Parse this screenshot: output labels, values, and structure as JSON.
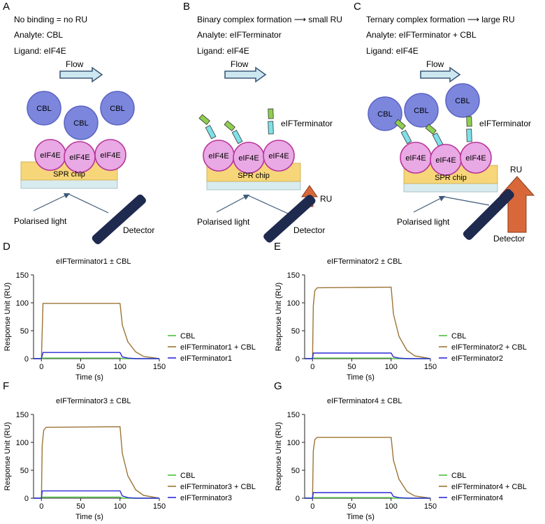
{
  "panels": [
    {
      "letter": "A",
      "heading": "No binding = no RU",
      "analyte": "Analyte: CBL",
      "ligand": "Ligand: eIF4E",
      "flow": "Flow",
      "cbl": "CBL",
      "eif4e": "eIF4E",
      "chip": "SPR chip",
      "light": "Polarised light",
      "detector": "Detector"
    },
    {
      "letter": "B",
      "heading": "Binary complex formation ⟶ small RU",
      "analyte": "Analyte: eIFTerminator",
      "ligand": "Ligand: eIF4E",
      "flow": "Flow",
      "eif4e": "eIF4E",
      "peptide": "eIFTerminator",
      "chip": "SPR chip",
      "light": "Polarised light",
      "detector": "Detector",
      "ru": "RU"
    },
    {
      "letter": "C",
      "heading": "Ternary complex formation ⟶ large RU",
      "analyte": "Analyte: eIFTerminator + CBL",
      "ligand": "Ligand: eIF4E",
      "flow": "Flow",
      "cbl": "CBL",
      "eif4e": "eIF4E",
      "peptide": "eIFTerminator",
      "chip": "SPR chip",
      "light": "Polarised light",
      "detector": "Detector",
      "ru": "RU"
    }
  ],
  "colors": {
    "cbl_fill": "#7b86dc",
    "cbl_stroke": "#5b63c2",
    "eif4e_fill": "#e9a9e4",
    "eif4e_stroke": "#b8379d",
    "chip_fill": "#f7d679",
    "chip_base": "#d8ecef",
    "flow_arrow": "#cde7f1",
    "ru_arrow": "#d8683a",
    "detector": "#1f2a4f",
    "series_cbl": "#4cbf3c",
    "series_ternary": "#9c7436",
    "series_binary": "#2a2ad6"
  },
  "chart_data": [
    {
      "letter": "D",
      "type": "line",
      "title": "eIFTerminator1 ± CBL",
      "xlabel": "Time (s)",
      "ylabel": "Response Unit (RU)",
      "xlim": [
        -10,
        150
      ],
      "ylim": [
        0,
        150
      ],
      "xticks": [
        0,
        50,
        100,
        150
      ],
      "yticks": [
        0,
        50,
        100,
        150
      ],
      "x": [
        -10,
        0,
        2,
        100,
        103,
        110,
        120,
        130,
        150
      ],
      "series": [
        {
          "name": "CBL",
          "color": "#4cbf3c",
          "values": [
            0,
            0,
            1,
            1,
            0,
            0,
            0,
            0,
            0
          ]
        },
        {
          "name": "eIFTerminator1 + CBL",
          "color": "#9c7436",
          "values": [
            0,
            0,
            99,
            99,
            60,
            30,
            12,
            4,
            0
          ]
        },
        {
          "name": "eIFTerminator1",
          "color": "#2a2ad6",
          "values": [
            0,
            0,
            11,
            11,
            3,
            1,
            0,
            0,
            0
          ]
        }
      ]
    },
    {
      "letter": "E",
      "type": "line",
      "title": "eIFTerminator2 ± CBL",
      "xlabel": "Time (s)",
      "ylabel": "Response Unit (RU)",
      "xlim": [
        -10,
        150
      ],
      "ylim": [
        0,
        150
      ],
      "xticks": [
        0,
        50,
        100,
        150
      ],
      "yticks": [
        0,
        50,
        100,
        150
      ],
      "x": [
        -10,
        0,
        1,
        3,
        6,
        100,
        103,
        110,
        120,
        130,
        150
      ],
      "series": [
        {
          "name": "CBL",
          "color": "#4cbf3c",
          "values": [
            0,
            0,
            1,
            1,
            1,
            1,
            0,
            0,
            0,
            0,
            0
          ]
        },
        {
          "name": "eIFTerminator2 + CBL",
          "color": "#9c7436",
          "values": [
            0,
            0,
            95,
            122,
            127,
            128,
            80,
            40,
            15,
            5,
            0
          ]
        },
        {
          "name": "eIFTerminator2",
          "color": "#2a2ad6",
          "values": [
            0,
            0,
            10,
            10,
            10,
            10,
            3,
            1,
            0,
            0,
            0
          ]
        }
      ]
    },
    {
      "letter": "F",
      "type": "line",
      "title": "eIFTerminator3 ± CBL",
      "xlabel": "Time (s)",
      "ylabel": "Response Unit (RU)",
      "xlim": [
        -10,
        150
      ],
      "ylim": [
        0,
        150
      ],
      "xticks": [
        0,
        50,
        100,
        150
      ],
      "yticks": [
        0,
        50,
        100,
        150
      ],
      "x": [
        -10,
        0,
        1,
        3,
        6,
        100,
        103,
        110,
        120,
        130,
        150
      ],
      "series": [
        {
          "name": "CBL",
          "color": "#4cbf3c",
          "values": [
            0,
            0,
            2,
            2,
            2,
            2,
            0,
            0,
            0,
            0,
            0
          ]
        },
        {
          "name": "eIFTerminator3 + CBL",
          "color": "#9c7436",
          "values": [
            0,
            0,
            95,
            122,
            127,
            128,
            80,
            40,
            15,
            5,
            0
          ]
        },
        {
          "name": "eIFTerminator3",
          "color": "#2a2ad6",
          "values": [
            0,
            0,
            13,
            13,
            13,
            13,
            4,
            1,
            0,
            0,
            0
          ]
        }
      ]
    },
    {
      "letter": "G",
      "type": "line",
      "title": "eIFTerminator4 ± CBL",
      "xlabel": "Time (s)",
      "ylabel": "Response Unit (RU)",
      "xlim": [
        -10,
        150
      ],
      "ylim": [
        0,
        150
      ],
      "xticks": [
        0,
        50,
        100,
        150
      ],
      "yticks": [
        0,
        50,
        100,
        150
      ],
      "x": [
        -10,
        0,
        1,
        3,
        6,
        100,
        103,
        110,
        120,
        130,
        150
      ],
      "series": [
        {
          "name": "CBL",
          "color": "#4cbf3c",
          "values": [
            0,
            0,
            1,
            1,
            1,
            1,
            0,
            0,
            0,
            0,
            0
          ]
        },
        {
          "name": "eIFTerminator4 + CBL",
          "color": "#9c7436",
          "values": [
            0,
            0,
            85,
            105,
            109,
            109,
            68,
            34,
            12,
            4,
            0
          ]
        },
        {
          "name": "eIFTerminator4",
          "color": "#2a2ad6",
          "values": [
            0,
            0,
            10,
            10,
            10,
            10,
            3,
            1,
            0,
            0,
            0
          ]
        }
      ]
    }
  ]
}
